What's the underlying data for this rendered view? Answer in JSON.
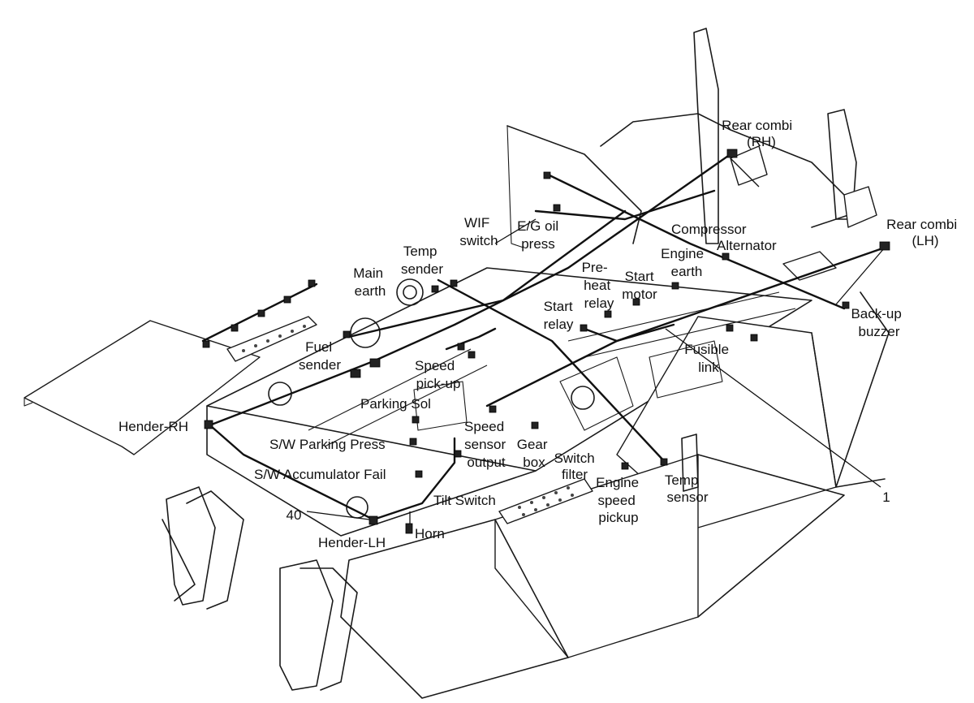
{
  "labels": {
    "rear_combi_rh": [
      "Rear combi",
      "(RH)"
    ],
    "rear_combi_lh": [
      "Rear combi",
      "(LH)"
    ],
    "wif_switch": [
      "WIF",
      "switch"
    ],
    "eg_oil_press": [
      "E/G oil",
      "press"
    ],
    "compressor": [
      "Compressor"
    ],
    "alternator": [
      "Alternator"
    ],
    "temp_sender": [
      "Temp",
      "sender"
    ],
    "main_earth": [
      "Main",
      "earth"
    ],
    "engine_earth": [
      "Engine",
      "earth"
    ],
    "pre_heat_relay": [
      "Pre-",
      "heat",
      "relay"
    ],
    "start_motor": [
      "Start",
      "motor"
    ],
    "start_relay": [
      "Start",
      "relay"
    ],
    "back_up_buzzer": [
      "Back-up",
      "buzzer"
    ],
    "fuel_sender": [
      "Fuel",
      "sender"
    ],
    "fusible_link": [
      "Fusible",
      "link"
    ],
    "speed_pick_up": [
      "Speed",
      "pick-up"
    ],
    "parking_sol": [
      "Parking Sol"
    ],
    "hender_rh": [
      "Hender-RH"
    ],
    "sw_parking_press": [
      "S/W Parking Press"
    ],
    "speed_sensor_output": [
      "Speed",
      "sensor",
      "output"
    ],
    "gear_box": [
      "Gear",
      "box"
    ],
    "switch_filter": [
      "Switch",
      "filter"
    ],
    "sw_accumulator_fail": [
      "S/W Accumulator Fail"
    ],
    "tilt_switch": [
      "Tilt Switch"
    ],
    "engine_speed_pickup": [
      "Engine",
      "speed",
      "pickup"
    ],
    "temp_sensor": [
      "Temp",
      "sensor"
    ],
    "ref_40": [
      "40"
    ],
    "hender_lh": [
      "Hender-LH"
    ],
    "horn": [
      "Horn"
    ],
    "ref_1": [
      "1"
    ]
  }
}
